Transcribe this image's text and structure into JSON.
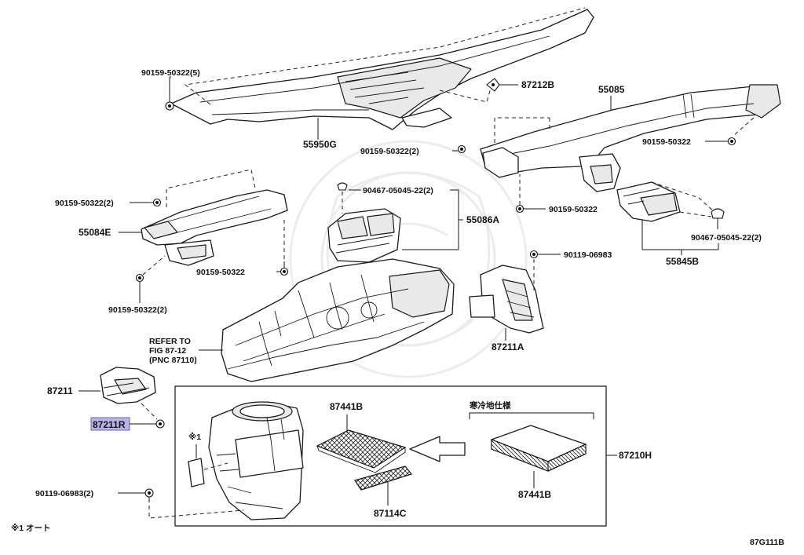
{
  "labels": {
    "p_90159_50322_5": "90159-50322(5)",
    "p_87212B": "87212B",
    "p_55085": "55085",
    "p_55950G": "55950G",
    "p_90159_50322_2_top": "90159-50322(2)",
    "p_90159_50322_right": "90159-50322",
    "p_90159_50322_2_left": "90159-50322(2)",
    "p_90467_05045_22_2_mid": "90467-05045-22(2)",
    "p_55086A": "55086A",
    "p_90159_50322_mid": "90159-50322",
    "p_55084E": "55084E",
    "p_90467_05045_22_2_right": "90467-05045-22(2)",
    "p_90159_50322_lower": "90159-50322",
    "p_55845B": "55845B",
    "p_90119_06983": "90119-06983",
    "p_90159_50322_2_bottom": "90159-50322(2)",
    "refer_line1": "REFER TO",
    "refer_line2": "FIG 87-12",
    "refer_line3": "(PNC 87110)",
    "p_87211A": "87211A",
    "p_87211": "87211",
    "p_87211R": "87211R",
    "p_87441B_top": "87441B",
    "cold_spec": "寒冷地仕様",
    "note_mark": "※1",
    "p_87210H": "87210H",
    "p_87441B_bottom": "87441B",
    "p_90119_06983_2": "90119-06983(2)",
    "p_87114C": "87114C",
    "footnote": "※1 オート",
    "fig_id": "87G111B"
  },
  "colors": {
    "highlight": "#b7b3e6",
    "line": "#111111"
  }
}
